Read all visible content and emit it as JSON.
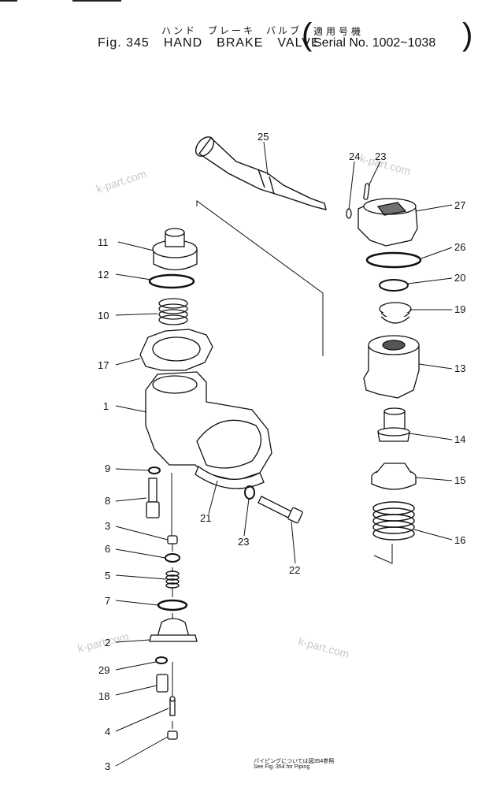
{
  "header": {
    "title_jp": [
      "ハンド",
      "ブレーキ",
      "バルブ"
    ],
    "fig_label": "Fig. 345",
    "title_en": [
      "HAND",
      "BRAKE",
      "VALVE"
    ],
    "serial_jp": "適用号機",
    "serial_en": "Serial No. 1002~1038"
  },
  "callouts": {
    "c25": "25",
    "c24": "24",
    "c23a": "23",
    "c27": "27",
    "c11": "11",
    "c26": "26",
    "c12": "12",
    "c20": "20",
    "c10": "10",
    "c19": "19",
    "c17": "17",
    "c13": "13",
    "c1": "1",
    "c14": "14",
    "c9": "9",
    "c15": "15",
    "c8": "8",
    "c21": "21",
    "c23b": "23",
    "c16": "16",
    "c3a": "3",
    "c22": "22",
    "c6": "6",
    "c5": "5",
    "c7": "7",
    "c2": "2",
    "c29": "29",
    "c18": "18",
    "c4": "4",
    "c3b": "3"
  },
  "watermark": "k-part.com",
  "footnote": {
    "line_jp": "パイピングについては図354参照",
    "line_en": "See Fig. 354 for Piping"
  }
}
